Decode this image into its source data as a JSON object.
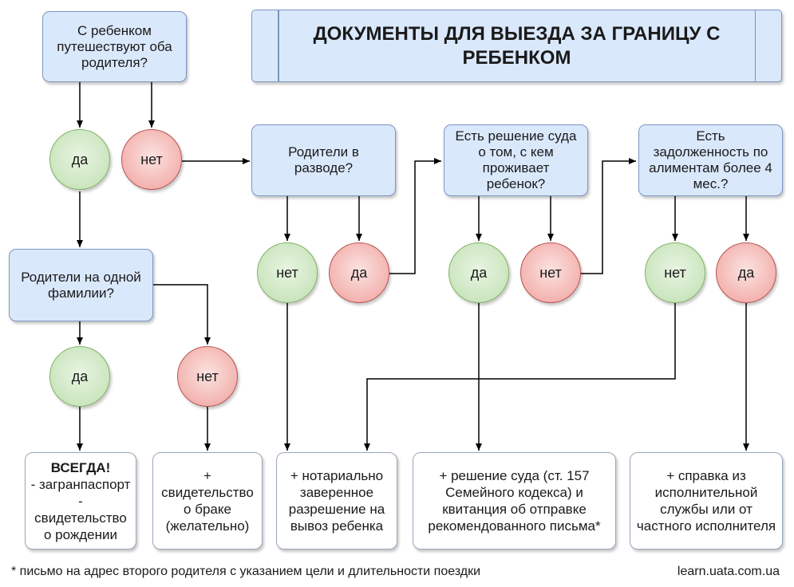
{
  "title": "ДОКУМЕНТЫ ДЛЯ ВЫЕЗДА ЗА ГРАНИЦУ С РЕБЕНКОМ",
  "questions": {
    "both_parents": "С ребенком путешествуют оба родителя?",
    "same_surname": "Родители на одной фамилии?",
    "divorced": "Родители в разводе?",
    "court_decision": "Есть решение суда о том, с кем проживает ребенок?",
    "alimony_debt": "Есть задолженность по алиментам более 4 мес.?"
  },
  "answers": {
    "yes": "да",
    "no": "нет"
  },
  "results": {
    "always_title": "ВСЕГДА!",
    "always_items": "- загранпаспорт - свидетельство о рождении",
    "marriage_cert": "+ свидетельство о браке (желательно)",
    "notarized_permission": "+ нотариально заверенное разрешение на вывоз ребенка",
    "court_decision_docs": "+ решение суда (ст. 157 Семейного кодекса) и квитанция об отправке рекомендованного письма*",
    "enforcement_certificate": "+ справка из исполнительной службы или от частного исполнителя"
  },
  "footer": {
    "note": "* письмо на адрес второго родителя с указанием цели и длительности поездки",
    "source": "learn.uata.com.ua"
  },
  "colors": {
    "question_fill": "#dae8fc",
    "question_stroke": "#7a96c0",
    "yes_fill": "#d5e8d4",
    "yes_stroke": "#82b366",
    "no_fill": "#f8cecc",
    "no_stroke": "#b85450",
    "connector": "#000000"
  }
}
